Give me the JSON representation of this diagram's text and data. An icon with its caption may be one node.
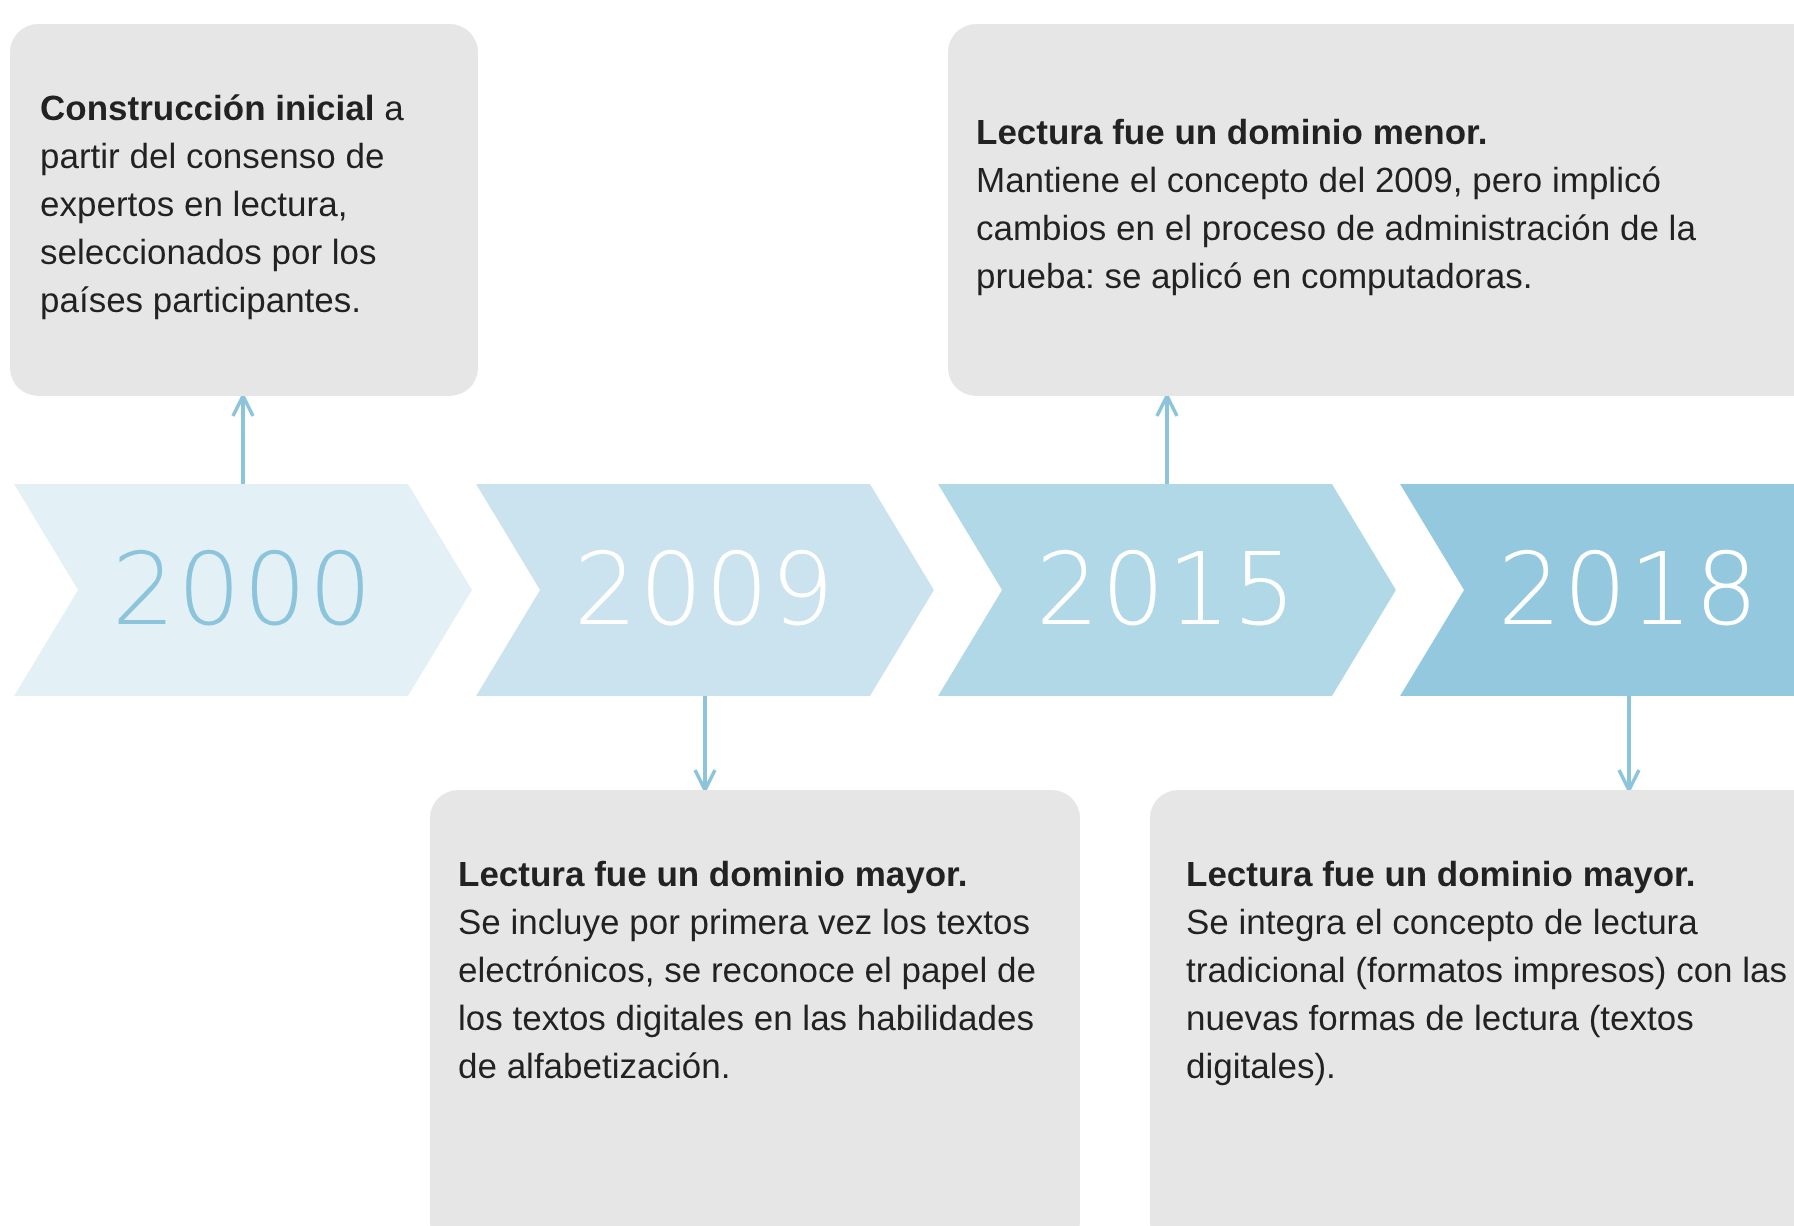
{
  "diagram": {
    "nodes": [
      {
        "text": [
          "**Construcción inicial** a partir del consenso de expertos en lectura, seleccionados por los países participantes."
        ]
      },
      {
        "text": [
          "Lectura fue un dominio menor.",
          "Mantiene el concepto del 2009, pero implicó cambios en el proceso de administración de la prueba: se aplicó en computadoras."
        ]
      },
      {
        "text": [
          "2000"
        ]
      },
      {
        "text": [
          "2009"
        ]
      },
      {
        "text": [
          "2015"
        ]
      },
      {
        "text": [
          "2018"
        ]
      },
      {
        "text": [
          "Lectura fue un dominio mayor.",
          "Se incluye por primera vez los textos electrónicos, se reconoce el papel de los textos digitales en las habilidades de alfabetización."
        ]
      },
      {
        "text": [
          "Lectura fue un dominio mayor.",
          "Se integra el concepto de lectura tradicional (formatos impresos) con las nuevas formas de lectura (textos digitales)."
        ]
      }
    ],
    "edges": [
      {
        "from": 2,
        "to": 0,
        "arrow": "to"
      },
      {
        "from": 4,
        "to": 1,
        "arrow": "to"
      },
      {
        "from": 3,
        "to": 6,
        "arrow": "to"
      },
      {
        "from": 5,
        "to": 7,
        "arrow": "to"
      }
    ]
  }
}
